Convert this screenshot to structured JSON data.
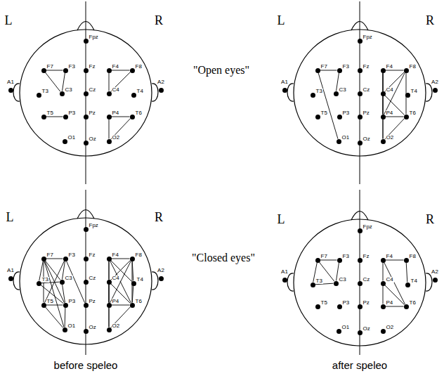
{
  "diagram": {
    "nodes": [
      {
        "text": [
          "Fpz"
        ]
      },
      {
        "text": [
          "F7"
        ]
      },
      {
        "text": [
          "F3"
        ]
      },
      {
        "text": [
          "Fz"
        ]
      },
      {
        "text": [
          "F4"
        ]
      },
      {
        "text": [
          "F8"
        ]
      },
      {
        "text": [
          "A1"
        ]
      },
      {
        "text": [
          "T3"
        ]
      },
      {
        "text": [
          "C3"
        ]
      },
      {
        "text": [
          "Cz"
        ]
      },
      {
        "text": [
          "C4"
        ]
      },
      {
        "text": [
          "T4"
        ]
      },
      {
        "text": [
          "A2"
        ]
      },
      {
        "text": [
          "T5"
        ]
      },
      {
        "text": [
          "P3"
        ]
      },
      {
        "text": [
          "Pz"
        ]
      },
      {
        "text": [
          "P4"
        ]
      },
      {
        "text": [
          "T6"
        ]
      },
      {
        "text": [
          "O1"
        ]
      },
      {
        "text": [
          "Oz"
        ]
      },
      {
        "text": [
          "O2"
        ]
      },
      {
        "text": [
          "Fpz"
        ]
      },
      {
        "text": [
          "F7"
        ]
      },
      {
        "text": [
          "F3"
        ]
      },
      {
        "text": [
          "Fz"
        ]
      },
      {
        "text": [
          "F4"
        ]
      },
      {
        "text": [
          "F8"
        ]
      },
      {
        "text": [
          "A1"
        ]
      },
      {
        "text": [
          "T3"
        ]
      },
      {
        "text": [
          "C3"
        ]
      },
      {
        "text": [
          "Cz"
        ]
      },
      {
        "text": [
          "C4"
        ]
      },
      {
        "text": [
          "T4"
        ]
      },
      {
        "text": [
          "A2"
        ]
      },
      {
        "text": [
          "T5"
        ]
      },
      {
        "text": [
          "P3"
        ]
      },
      {
        "text": [
          "Pz"
        ]
      },
      {
        "text": [
          "P4"
        ]
      },
      {
        "text": [
          "T6"
        ]
      },
      {
        "text": [
          "O1"
        ]
      },
      {
        "text": [
          "Oz"
        ]
      },
      {
        "text": [
          "O2"
        ]
      },
      {
        "text": [
          "Fpz"
        ]
      },
      {
        "text": [
          "F7"
        ]
      },
      {
        "text": [
          "F3"
        ]
      },
      {
        "text": [
          "Fz"
        ]
      },
      {
        "text": [
          "F4"
        ]
      },
      {
        "text": [
          "F8"
        ]
      },
      {
        "text": [
          "A1"
        ]
      },
      {
        "text": [
          "T3"
        ]
      },
      {
        "text": [
          "C3"
        ]
      },
      {
        "text": [
          "Cz"
        ]
      },
      {
        "text": [
          "C4"
        ]
      },
      {
        "text": [
          "T4"
        ]
      },
      {
        "text": [
          "A2"
        ]
      },
      {
        "text": [
          "T5"
        ]
      },
      {
        "text": [
          "P3"
        ]
      },
      {
        "text": [
          "Pz"
        ]
      },
      {
        "text": [
          "P4"
        ]
      },
      {
        "text": [
          "T6"
        ]
      },
      {
        "text": [
          "O1"
        ]
      },
      {
        "text": [
          "Oz"
        ]
      },
      {
        "text": [
          "O2"
        ]
      },
      {
        "text": [
          "Fpz"
        ]
      },
      {
        "text": [
          "F7"
        ]
      },
      {
        "text": [
          "F3"
        ]
      },
      {
        "text": [
          "Fz"
        ]
      },
      {
        "text": [
          "F4"
        ]
      },
      {
        "text": [
          "F8"
        ]
      },
      {
        "text": [
          "A1"
        ]
      },
      {
        "text": [
          "T3"
        ]
      },
      {
        "text": [
          "C3"
        ]
      },
      {
        "text": [
          "Cz"
        ]
      },
      {
        "text": [
          "C4"
        ]
      },
      {
        "text": [
          "T4"
        ]
      },
      {
        "text": [
          "A2"
        ]
      },
      {
        "text": [
          "T5"
        ]
      },
      {
        "text": [
          "P3"
        ]
      },
      {
        "text": [
          "Pz"
        ]
      },
      {
        "text": [
          "P4"
        ]
      },
      {
        "text": [
          "T6"
        ]
      },
      {
        "text": [
          "O1"
        ]
      },
      {
        "text": [
          "Oz"
        ]
      },
      {
        "text": [
          "O2"
        ]
      }
    ],
    "edges": [
      {
        "from": 1,
        "to": 2,
        "arrow": "none"
      },
      {
        "from": 1,
        "to": 8,
        "arrow": "none"
      },
      {
        "from": 2,
        "to": 8,
        "arrow": "none"
      },
      {
        "from": 13,
        "to": 14,
        "arrow": "none"
      },
      {
        "from": 4,
        "to": 5,
        "arrow": "none"
      },
      {
        "from": 4,
        "to": 10,
        "arrow": "none"
      },
      {
        "from": 5,
        "to": 10,
        "arrow": "none"
      },
      {
        "from": 16,
        "to": 17,
        "arrow": "none"
      },
      {
        "from": 16,
        "to": 20,
        "arrow": "none"
      },
      {
        "from": 17,
        "to": 20,
        "arrow": "none"
      },
      {
        "from": 22,
        "to": 23,
        "arrow": "none"
      },
      {
        "from": 22,
        "to": 39,
        "arrow": "none"
      },
      {
        "from": 23,
        "to": 29,
        "arrow": "none"
      },
      {
        "from": 25,
        "to": 26,
        "arrow": "none"
      },
      {
        "from": 25,
        "to": 31,
        "arrow": "none"
      },
      {
        "from": 25,
        "to": 37,
        "arrow": "none"
      },
      {
        "from": 26,
        "to": 31,
        "arrow": "none"
      },
      {
        "from": 26,
        "to": 37,
        "arrow": "none"
      },
      {
        "from": 26,
        "to": 38,
        "arrow": "none"
      },
      {
        "from": 31,
        "to": 37,
        "arrow": "none"
      },
      {
        "from": 31,
        "to": 38,
        "arrow": "none"
      },
      {
        "from": 37,
        "to": 38,
        "arrow": "none"
      },
      {
        "from": 37,
        "to": 41,
        "arrow": "none"
      },
      {
        "from": 38,
        "to": 41,
        "arrow": "none"
      },
      {
        "from": 25,
        "to": 41,
        "arrow": "none"
      },
      {
        "from": 43,
        "to": 44,
        "arrow": "none"
      },
      {
        "from": 43,
        "to": 49,
        "arrow": "none"
      },
      {
        "from": 43,
        "to": 50,
        "arrow": "none"
      },
      {
        "from": 43,
        "to": 55,
        "arrow": "none"
      },
      {
        "from": 43,
        "to": 56,
        "arrow": "none"
      },
      {
        "from": 43,
        "to": 60,
        "arrow": "none"
      },
      {
        "from": 44,
        "to": 50,
        "arrow": "none"
      },
      {
        "from": 44,
        "to": 55,
        "arrow": "none"
      },
      {
        "from": 44,
        "to": 57,
        "arrow": "none"
      },
      {
        "from": 49,
        "to": 50,
        "arrow": "none"
      },
      {
        "from": 49,
        "to": 56,
        "arrow": "none"
      },
      {
        "from": 50,
        "to": 56,
        "arrow": "none"
      },
      {
        "from": 55,
        "to": 56,
        "arrow": "none"
      },
      {
        "from": 55,
        "to": 60,
        "arrow": "none"
      },
      {
        "from": 56,
        "to": 60,
        "arrow": "none"
      },
      {
        "from": 46,
        "to": 47,
        "arrow": "none"
      },
      {
        "from": 46,
        "to": 52,
        "arrow": "none"
      },
      {
        "from": 46,
        "to": 53,
        "arrow": "none"
      },
      {
        "from": 46,
        "to": 58,
        "arrow": "none"
      },
      {
        "from": 46,
        "to": 59,
        "arrow": "none"
      },
      {
        "from": 47,
        "to": 52,
        "arrow": "none"
      },
      {
        "from": 47,
        "to": 53,
        "arrow": "none"
      },
      {
        "from": 47,
        "to": 58,
        "arrow": "none"
      },
      {
        "from": 47,
        "to": 59,
        "arrow": "none"
      },
      {
        "from": 52,
        "to": 58,
        "arrow": "none"
      },
      {
        "from": 52,
        "to": 59,
        "arrow": "none"
      },
      {
        "from": 52,
        "to": 62,
        "arrow": "none"
      },
      {
        "from": 58,
        "to": 59,
        "arrow": "none"
      },
      {
        "from": 58,
        "to": 62,
        "arrow": "none"
      },
      {
        "from": 53,
        "to": 59,
        "arrow": "none"
      },
      {
        "from": 59,
        "to": 62,
        "arrow": "none"
      },
      {
        "from": 64,
        "to": 65,
        "arrow": "none"
      },
      {
        "from": 64,
        "to": 70,
        "arrow": "none"
      },
      {
        "from": 65,
        "to": 71,
        "arrow": "none"
      },
      {
        "from": 70,
        "to": 71,
        "arrow": "none"
      },
      {
        "from": 64,
        "to": 71,
        "arrow": "none"
      },
      {
        "from": 67,
        "to": 68,
        "arrow": "none"
      },
      {
        "from": 67,
        "to": 73,
        "arrow": "none"
      },
      {
        "from": 68,
        "to": 74,
        "arrow": "none"
      },
      {
        "from": 73,
        "to": 79,
        "arrow": "none"
      },
      {
        "from": 73,
        "to": 80,
        "arrow": "none"
      },
      {
        "from": 79,
        "to": 80,
        "arrow": "none"
      },
      {
        "from": 67,
        "to": 80,
        "arrow": "none"
      }
    ],
    "labels": [
      "L",
      "R",
      "L",
      "R",
      "\"Open eyes\"",
      "L",
      "R",
      "L",
      "R",
      "\"Closed eyes\"",
      "before speleo",
      "after speleo"
    ]
  }
}
